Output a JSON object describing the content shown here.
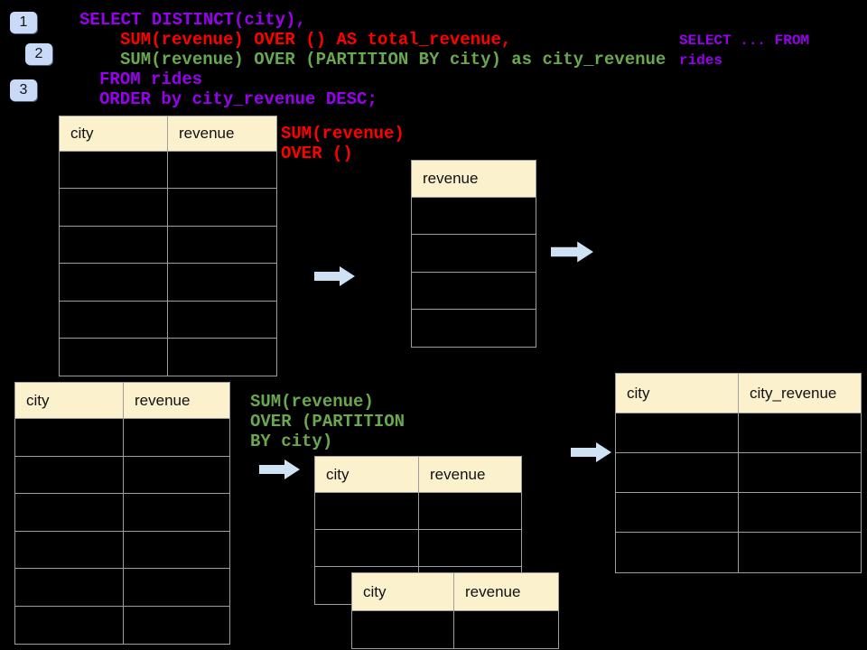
{
  "colors": {
    "purple": "#9900F0",
    "red": "#FF0000",
    "green": "#6AA84F",
    "header_bg": "#FCF1CD",
    "badge": "#C9DAF8",
    "arrow": "#CFE2F3",
    "grid": "#9E9E9E"
  },
  "steps": [
    {
      "label": "1"
    },
    {
      "label": "2"
    },
    {
      "label": "3"
    }
  ],
  "sql_code": {
    "lines": [
      {
        "text": "SELECT DISTINCT(city),",
        "color": "purple",
        "indent": 0
      },
      {
        "text": "SUM(revenue) OVER () AS total_revenue,",
        "color": "red",
        "indent": 2
      },
      {
        "text": "SUM(revenue) OVER (PARTITION BY city) as city_revenue",
        "color": "green",
        "indent": 2
      },
      {
        "text": "FROM rides",
        "color": "purple",
        "indent": 1
      },
      {
        "text": "ORDER by city_revenue DESC;",
        "color": "purple",
        "indent": 1
      }
    ]
  },
  "side_note": {
    "lines": [
      "SELECT ... FROM",
      "rides"
    ]
  },
  "annotations": {
    "total": {
      "lines": [
        "SUM(revenue)",
        "OVER ()"
      ]
    },
    "partition": {
      "lines": [
        "SUM(revenue)",
        "OVER (PARTITION",
        "BY city)"
      ]
    }
  },
  "tables": {
    "source_top": {
      "columns": [
        "city",
        "revenue"
      ],
      "rows": 6
    },
    "total_result": {
      "columns": [
        "revenue"
      ],
      "rows": 4
    },
    "source_bottom": {
      "columns": [
        "city",
        "revenue"
      ],
      "rows": 6
    },
    "partition_front": {
      "columns": [
        "city",
        "revenue"
      ],
      "rows": 3
    },
    "partition_back": {
      "columns": [
        "city",
        "revenue"
      ],
      "rows": 1
    },
    "city_result": {
      "columns": [
        "city",
        "city_revenue"
      ],
      "rows": 4
    }
  }
}
